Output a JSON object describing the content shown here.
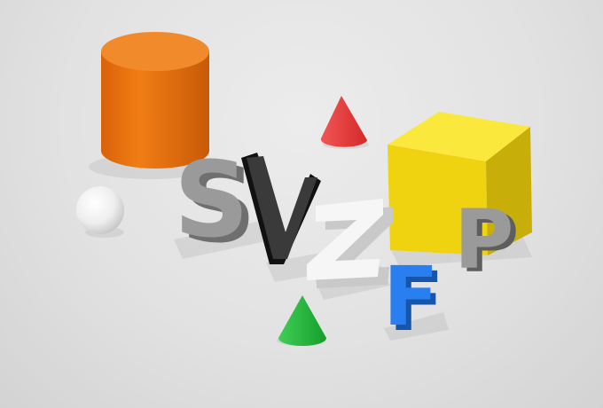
{
  "scene": {
    "type": "3d-render",
    "background_color": "#e3e3e3",
    "objects": [
      {
        "kind": "cylinder",
        "color": "#e4770f"
      },
      {
        "kind": "cone",
        "color": "#e83737"
      },
      {
        "kind": "cube",
        "color": "#f2dc12"
      },
      {
        "kind": "sphere",
        "color": "#f5f5f5"
      },
      {
        "kind": "letter",
        "text": "S",
        "color": "#8a8a8a"
      },
      {
        "kind": "letter",
        "text": "V",
        "color": "#2a2a2a"
      },
      {
        "kind": "letter",
        "text": "Z",
        "color": "#f2f2f2"
      },
      {
        "kind": "letter",
        "text": "P",
        "color": "#8a8a8a"
      },
      {
        "kind": "letter",
        "text": "F",
        "color": "#1f6fdc"
      },
      {
        "kind": "cone",
        "color": "#22b83a"
      }
    ]
  }
}
